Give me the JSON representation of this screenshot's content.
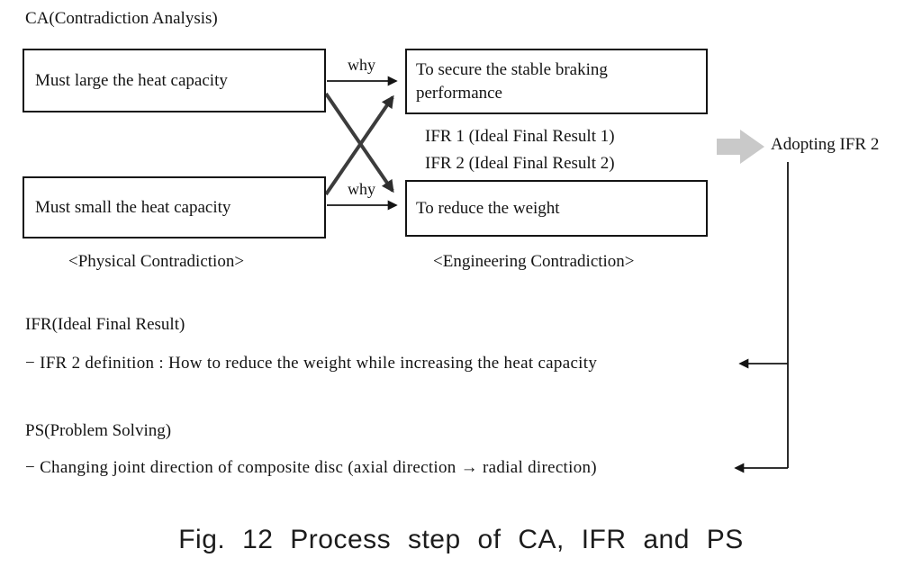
{
  "diagram": {
    "ca_label": "CA(Contradiction Analysis)",
    "boxes": {
      "large_heat": "Must large the heat capacity",
      "stable_braking": "To secure the stable braking performance",
      "small_heat": "Must small the heat capacity",
      "reduce_weight": "To reduce the weight"
    },
    "why_label": "why",
    "ifr1_label": "IFR 1 (Ideal Final Result 1)",
    "ifr2_label": "IFR 2 (Ideal Final Result 2)",
    "physical_contradiction": "<Physical Contradiction>",
    "engineering_contradiction": "<Engineering Contradiction>",
    "adopting_label": "Adopting IFR 2",
    "ifr_section_label": "IFR(Ideal Final Result)",
    "ifr_definition": "− IFR 2 definition : How to reduce the weight while increasing the heat capacity",
    "ps_section_label": "PS(Problem Solving)",
    "ps_definition": "− Changing joint direction of composite disc (axial direction → radial direction)",
    "caption": "Fig. 12 Process step of CA, IFR and PS",
    "colors": {
      "ink": "#141414",
      "block_arrow": "#c9c9c9"
    }
  }
}
